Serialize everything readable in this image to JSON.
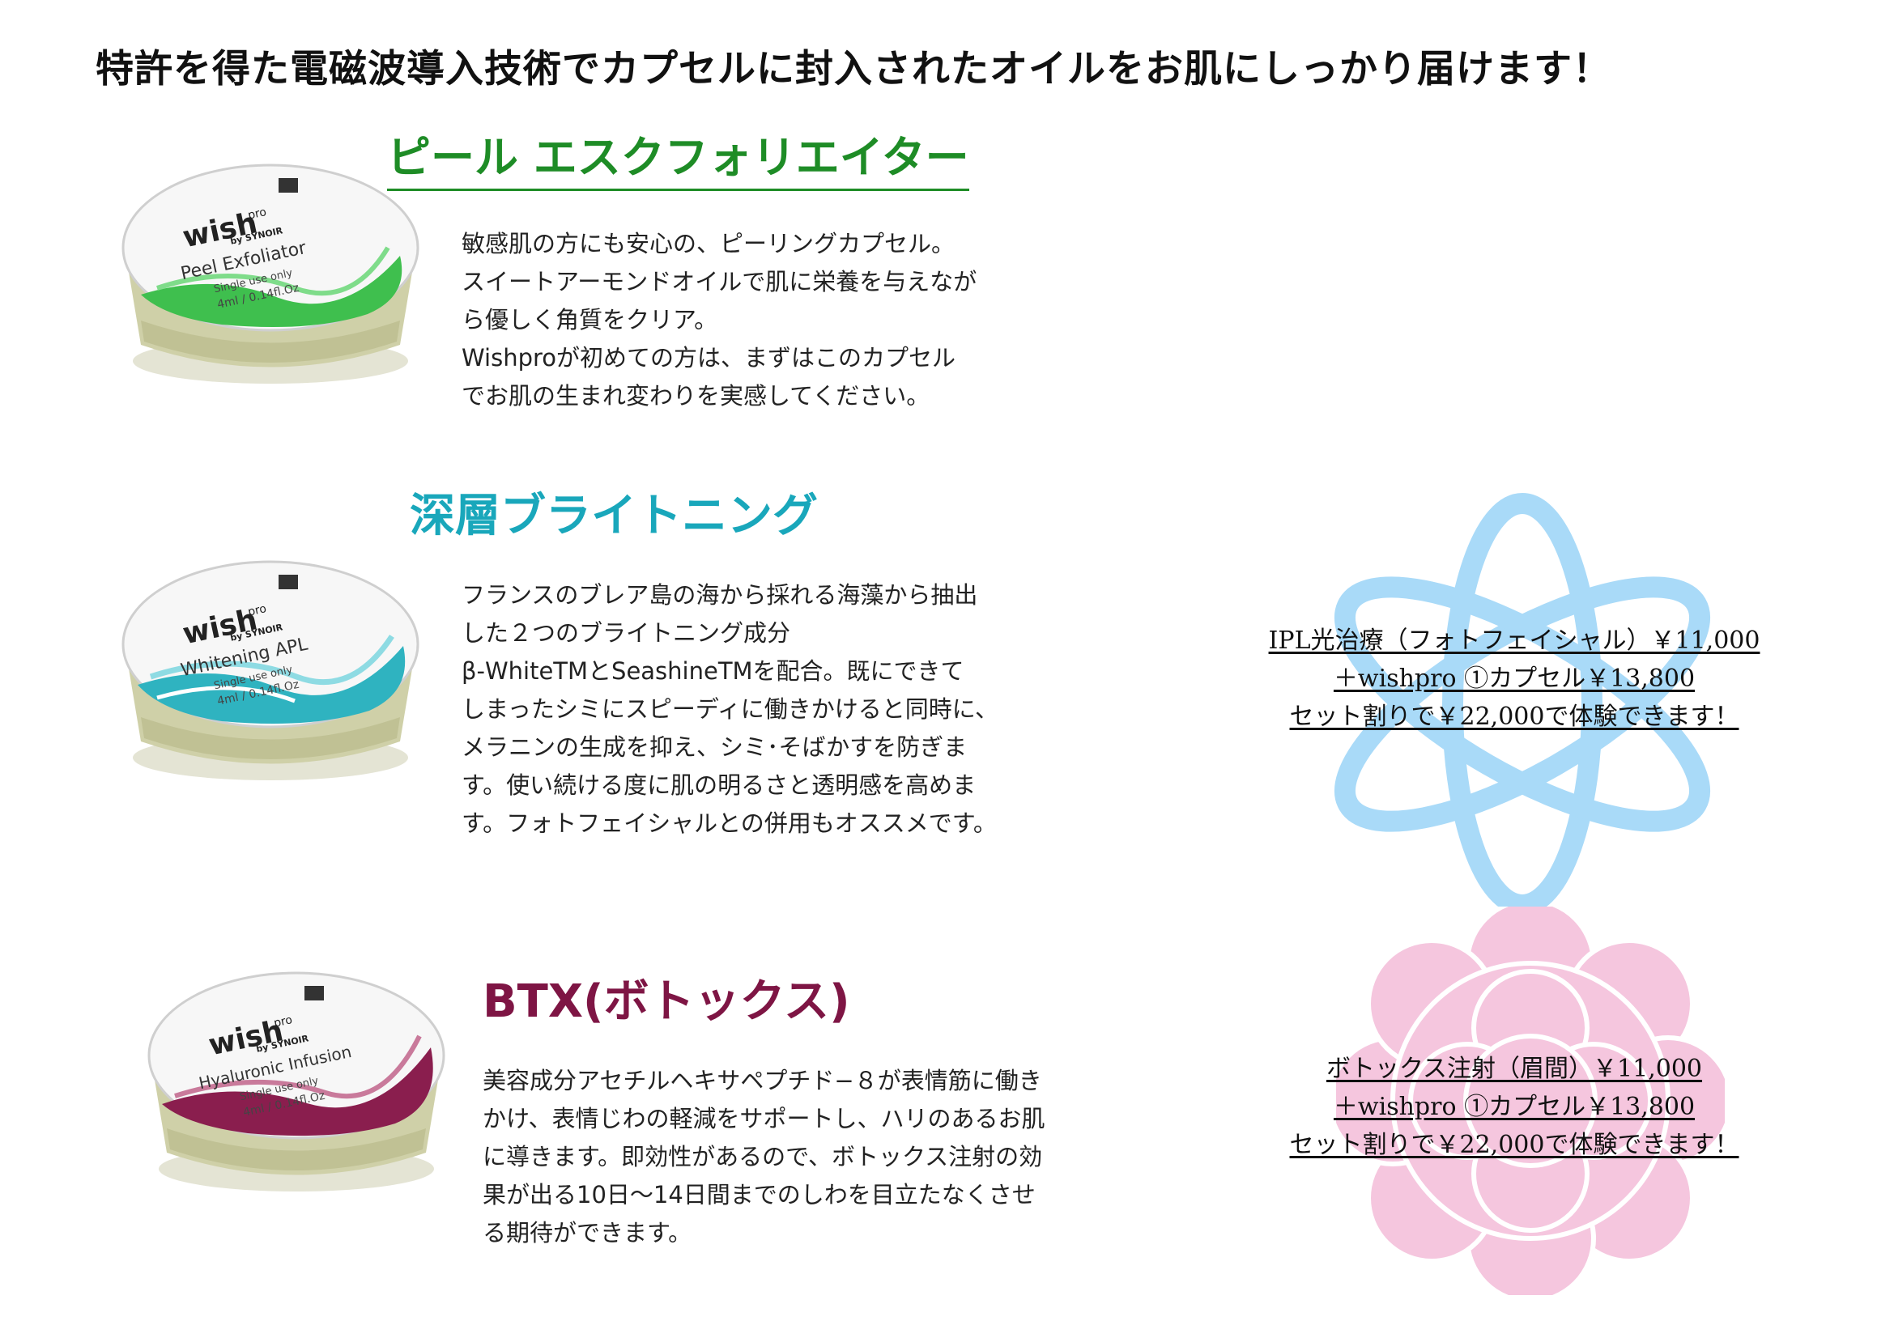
{
  "headline": "特許を得た電磁波導入技術でカプセルに封入されたオイルをお肌にしっかり届けます！",
  "products": {
    "peel": {
      "title": "ピール エスクフォリエイター",
      "desc": [
        "敏感肌の方にも安心の、ピーリングカプセル。",
        "スイートアーモンドオイルで肌に栄養を与えなが",
        "ら優しく角質をクリア。",
        "Wishproが初めての方は、まずはこのカプセル",
        "でお肌の生まれ変わりを実感してください。"
      ],
      "capsule": {
        "brand": "wish",
        "brand_sup": "pro",
        "by": "by SYNOIR",
        "name": "Peel Exfoliator",
        "single": "Single use only",
        "volume": "4ml / 0.14fl.Oz",
        "color": "#3fbf4e"
      }
    },
    "whitening": {
      "title": "深層ブライトニング",
      "desc": [
        "フランスのブレア島の海から採れる海藻から抽出",
        "した２つのブライトニング成分",
        "β-WhiteTMとSeashineTMを配合。既にできて",
        "しまったシミにスピーディに働きかけると同時に、",
        "メラニンの生成を抑え、シミ･そばかすを防ぎま",
        "す。使い続ける度に肌の明るさと透明感を高めま",
        "す。フォトフェイシャルとの併用もオススメです。"
      ],
      "capsule": {
        "brand": "wish",
        "brand_sup": "pro",
        "by": "by SYNOIR",
        "name": "Whitening APL",
        "single": "Single use only",
        "volume": "4ml / 0.14fl.Oz",
        "color": "#2fb3c0"
      }
    },
    "btx": {
      "title": "BTX(ボトックス)",
      "desc": [
        "美容成分アセチルヘキサペプチド−８が表情筋に働き",
        "かけ、表情じわの軽減をサポートし、ハリのあるお肌",
        "に導きます。即効性があるので、ボトックス注射の効",
        "果が出る10日〜14日間までのしわを目立たなくさせ",
        "る期待ができます。"
      ],
      "capsule": {
        "brand": "wish",
        "brand_sup": "pro",
        "by": "by SYNOIR",
        "name": "Hyaluronic Infusion",
        "single": "Single use only",
        "volume": "4ml / 0.14fl.Oz",
        "color": "#8a1e4e"
      }
    }
  },
  "offers": {
    "ipl": {
      "line1": "IPL光治療（フォトフェイシャル）￥11,000",
      "line2": "＋wishpro ①カプセル￥13,800",
      "line3": "セット割りで￥22,000で体験できます！"
    },
    "btx": {
      "line1": "ボトックス注射（眉間）￥11,000",
      "line2": "＋wishpro ①カプセル￥13,800",
      "line3": "セット割りで￥22,000で体験できます！"
    }
  },
  "colors": {
    "peel_title": "#1e8c26",
    "whitening_title": "#19a7bb",
    "btx_title": "#7e1544",
    "atom": "#a9daf8",
    "flower": "#f5c6de"
  },
  "decor": {
    "atom": "atom-icon",
    "flower": "flower-icon"
  }
}
